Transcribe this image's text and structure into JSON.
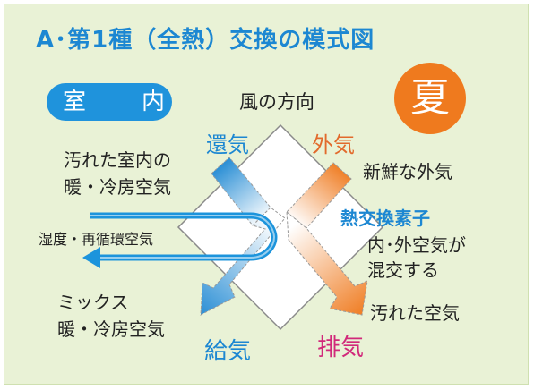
{
  "title": "A･第1種（全熱）交換の模式図",
  "room_label": "室　内",
  "season": "夏",
  "wind_direction": "風の方向",
  "return_air": "還気",
  "outdoor_air": "外気",
  "supply_air": "給気",
  "exhaust_air": "排気",
  "dirty_indoor_line1": "汚れた室内の",
  "dirty_indoor_line2": "暖・冷房空気",
  "fresh_outdoor": "新鮮な外気",
  "element_name": "熱交換素子",
  "mix_line1": "内･外空気が",
  "mix_line2": "混交する",
  "humidity_recirc": "湿度・再循環空気",
  "dirty_air": "汚れた空気",
  "mixed_line1": "ミックス",
  "mixed_line2": "暖・冷房空気",
  "colors": {
    "background": "#e9f2d6",
    "blue": "#1c87d2",
    "orange": "#ef7a1e",
    "magenta": "#d1297a"
  }
}
